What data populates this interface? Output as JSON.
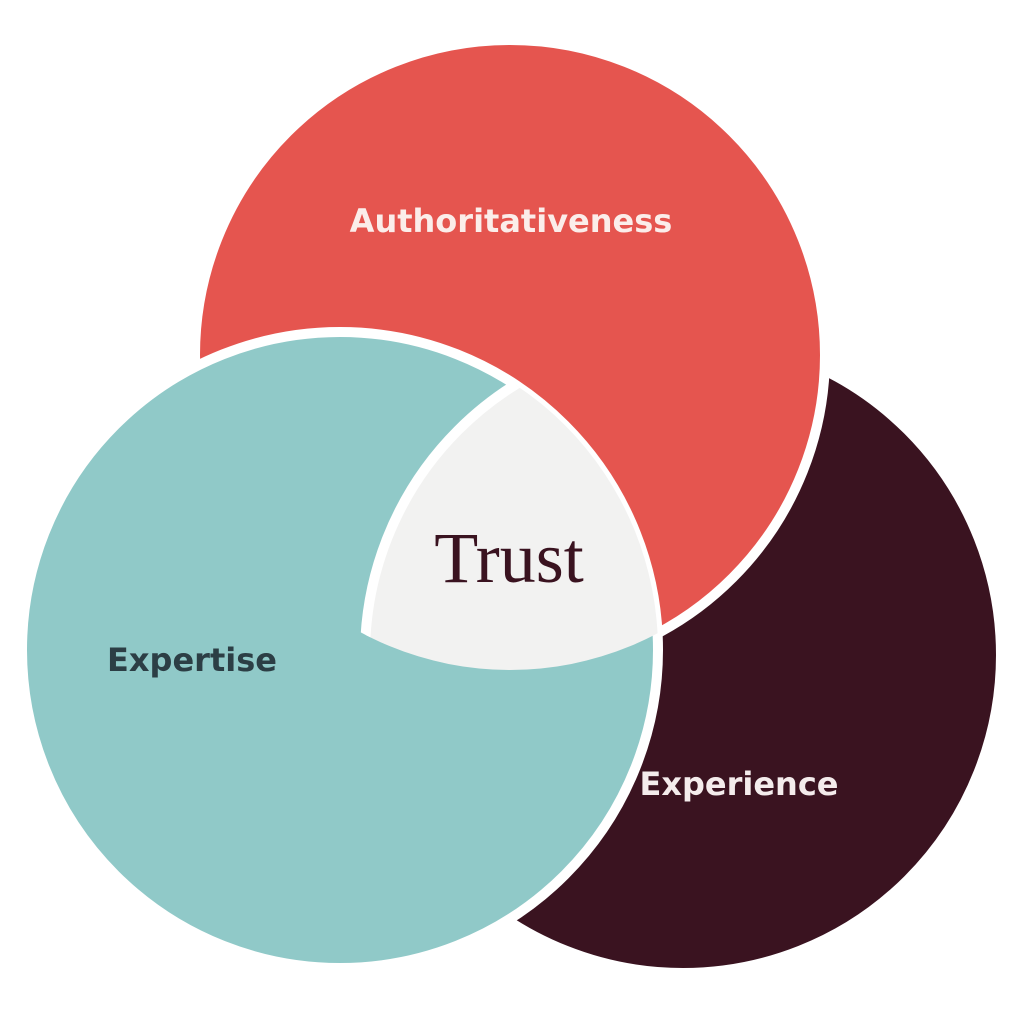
{
  "venn": {
    "circles": [
      {
        "id": "authoritativeness",
        "label": "Authoritativeness",
        "fill": "#E5554F",
        "label_color": "#FBEDEA"
      },
      {
        "id": "experience",
        "label": "Experience",
        "fill": "#3A1320",
        "label_color": "#F4ECEC"
      },
      {
        "id": "expertise",
        "label": "Expertise",
        "fill": "#90C9C8",
        "label_color": "#2C3E45"
      }
    ],
    "center": {
      "label": "Trust",
      "fill": "#F2F2F1",
      "label_color": "#3A1320"
    },
    "stroke_color": "#FFFFFF"
  }
}
